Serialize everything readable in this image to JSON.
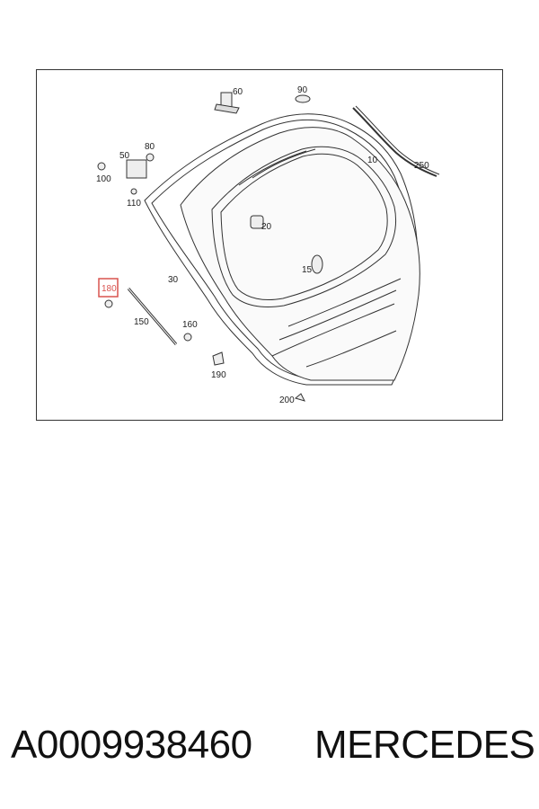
{
  "diagram": {
    "callouts": {
      "c60": "60",
      "c90": "90",
      "c50": "50",
      "c80": "80",
      "c100": "100",
      "c110": "110",
      "c10": "10",
      "c250": "250",
      "c20": "20",
      "c15": "15",
      "c30": "30",
      "c180": "180",
      "c150": "150",
      "c160": "160",
      "c190": "190",
      "c200": "200"
    },
    "highlight_color": "#d9534f"
  },
  "footer": {
    "part_number": "A0009938460",
    "brand": "MERCEDES"
  }
}
